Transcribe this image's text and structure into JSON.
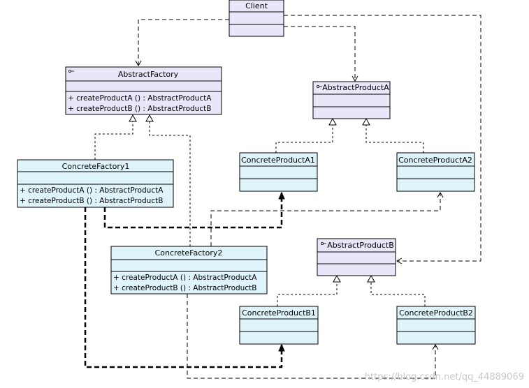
{
  "colors": {
    "abstract_fill": "#e8e6f8",
    "concrete_fill": "#dff3fb",
    "border": "#000000",
    "watermark": "#c8c8c8"
  },
  "classes": {
    "client": {
      "name": "Client"
    },
    "abstract_factory": {
      "name": "AbstractFactory",
      "icon": "abstract-class-icon",
      "methods": [
        "+  createProductA () : AbstractProductA",
        "+  createProductB () : AbstractProductB"
      ]
    },
    "concrete_factory1": {
      "name": "ConcreteFactory1",
      "methods": [
        "+  createProductA () : AbstractProductA",
        "+  createProductB () : AbstractProductB"
      ]
    },
    "concrete_factory2": {
      "name": "ConcreteFactory2",
      "methods": [
        "+  createProductA () : AbstractProductA",
        "+  createProductB () : AbstractProductB"
      ]
    },
    "abstract_product_a": {
      "name": "AbstractProductA",
      "icon": "abstract-class-icon"
    },
    "abstract_product_b": {
      "name": "AbstractProductB",
      "icon": "abstract-class-icon"
    },
    "concrete_product_a1": {
      "name": "ConcreteProductA1"
    },
    "concrete_product_a2": {
      "name": "ConcreteProductA2"
    },
    "concrete_product_b1": {
      "name": "ConcreteProductB1"
    },
    "concrete_product_b2": {
      "name": "ConcreteProductB2"
    }
  },
  "watermark": "https://blog.csdn.net/qq_44889069"
}
